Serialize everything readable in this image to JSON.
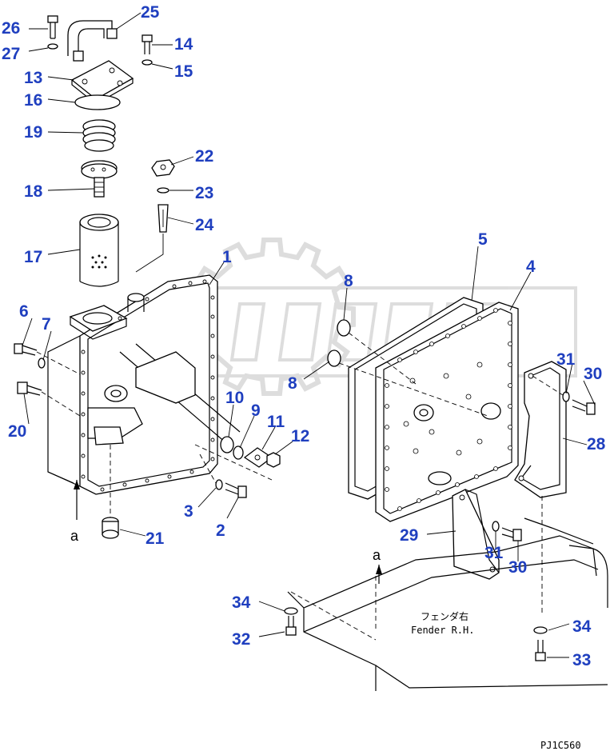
{
  "diagram": {
    "code": "PJ1C560",
    "label_color": "#1f3fbf",
    "callouts": [
      {
        "id": "c26",
        "text": "26"
      },
      {
        "id": "c27",
        "text": "27"
      },
      {
        "id": "c25",
        "text": "25"
      },
      {
        "id": "c14",
        "text": "14"
      },
      {
        "id": "c15",
        "text": "15"
      },
      {
        "id": "c13",
        "text": "13"
      },
      {
        "id": "c16",
        "text": "16"
      },
      {
        "id": "c19",
        "text": "19"
      },
      {
        "id": "c22",
        "text": "22"
      },
      {
        "id": "c23",
        "text": "23"
      },
      {
        "id": "c18",
        "text": "18"
      },
      {
        "id": "c24",
        "text": "24"
      },
      {
        "id": "c17",
        "text": "17"
      },
      {
        "id": "c1",
        "text": "1"
      },
      {
        "id": "c5",
        "text": "5"
      },
      {
        "id": "c4",
        "text": "4"
      },
      {
        "id": "c8a",
        "text": "8"
      },
      {
        "id": "c8b",
        "text": "8"
      },
      {
        "id": "c6",
        "text": "6"
      },
      {
        "id": "c7",
        "text": "7"
      },
      {
        "id": "c31a",
        "text": "31"
      },
      {
        "id": "c30a",
        "text": "30"
      },
      {
        "id": "c10",
        "text": "10"
      },
      {
        "id": "c9",
        "text": "9"
      },
      {
        "id": "c11",
        "text": "11"
      },
      {
        "id": "c12",
        "text": "12"
      },
      {
        "id": "c20",
        "text": "20"
      },
      {
        "id": "c28",
        "text": "28"
      },
      {
        "id": "c3",
        "text": "3"
      },
      {
        "id": "c2",
        "text": "2"
      },
      {
        "id": "c29",
        "text": "29"
      },
      {
        "id": "c21",
        "text": "21"
      },
      {
        "id": "c31b",
        "text": "31"
      },
      {
        "id": "c30b",
        "text": "30"
      },
      {
        "id": "c34a",
        "text": "34"
      },
      {
        "id": "c32",
        "text": "32"
      },
      {
        "id": "c34b",
        "text": "34"
      },
      {
        "id": "c33",
        "text": "33"
      }
    ],
    "view_markers": [
      {
        "id": "a1",
        "text": "a"
      },
      {
        "id": "a2",
        "text": "a"
      }
    ],
    "fender_jp": "フェンダ右",
    "fender_en": "Fender R.H."
  }
}
